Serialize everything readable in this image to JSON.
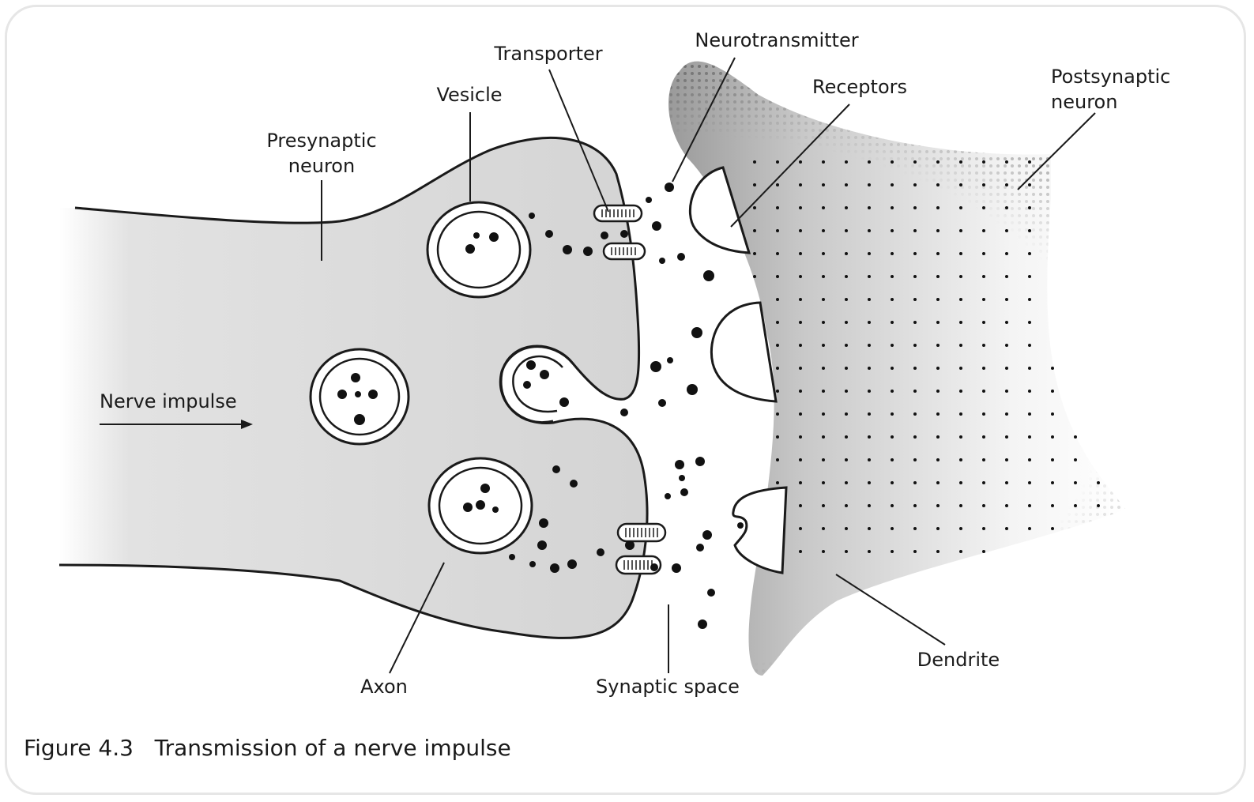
{
  "labels": {
    "presynaptic_1": "Presynaptic",
    "presynaptic_2": "neuron",
    "vesicle": "Vesicle",
    "transporter": "Transporter",
    "neurotransmitter": "Neurotransmitter",
    "receptors": "Receptors",
    "postsynaptic_1": "Postsynaptic",
    "postsynaptic_2": "neuron",
    "nerve_impulse": "Nerve impulse",
    "axon": "Axon",
    "synaptic_space": "Synaptic space",
    "dendrite": "Dendrite"
  },
  "caption": {
    "figure_number": "Figure 4.3",
    "title": "Transmission of a nerve impulse"
  },
  "colors": {
    "presynaptic_fill": "#d9d9d9",
    "outline": "#1a1a1a",
    "postsynaptic_dark": "#8c8c8c",
    "frame_border": "#e6e6e6"
  }
}
